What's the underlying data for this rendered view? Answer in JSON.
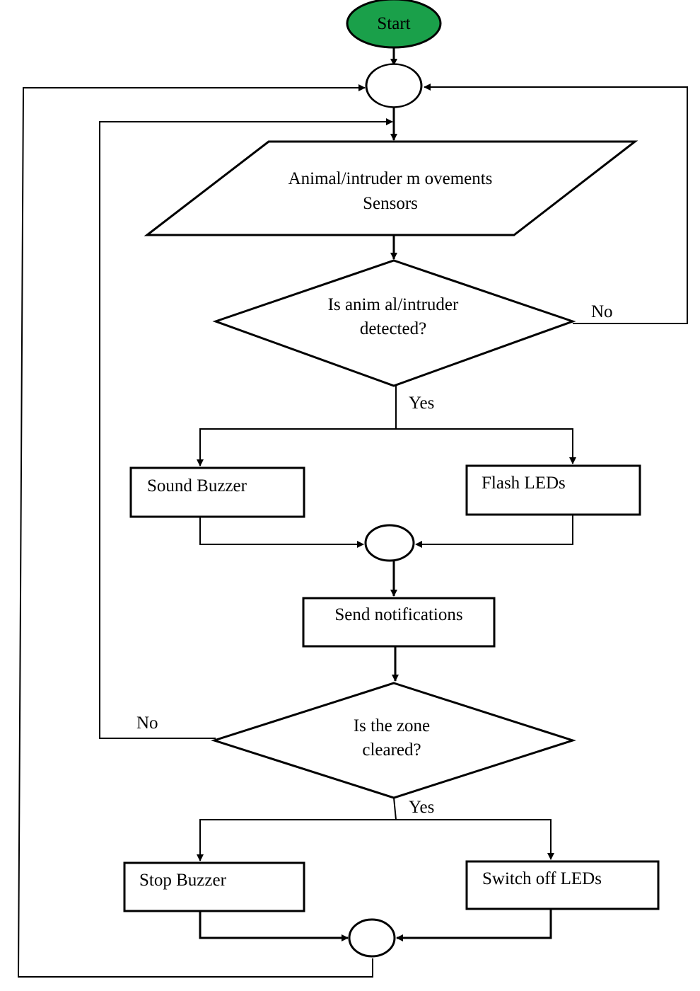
{
  "nodes": {
    "start": "Start",
    "sensors": [
      "Animal/intruder m ovements",
      "Sensors"
    ],
    "decision1": [
      "Is anim al/intruder",
      "detected?"
    ],
    "sound_buzzer": "Sound Buzzer",
    "flash_leds": "Flash LEDs",
    "send_notifications": "Send notifications",
    "decision2": [
      "Is the zone",
      "cleared?"
    ],
    "stop_buzzer": "Stop Buzzer",
    "switch_off_leds": "Switch off LEDs"
  },
  "edges": {
    "d1_no": "No",
    "d1_yes": "Yes",
    "d2_no": "No",
    "d2_yes": "Yes"
  },
  "colors": {
    "start_fill": "#1aa04a",
    "stroke": "#000000",
    "background": "#ffffff"
  }
}
